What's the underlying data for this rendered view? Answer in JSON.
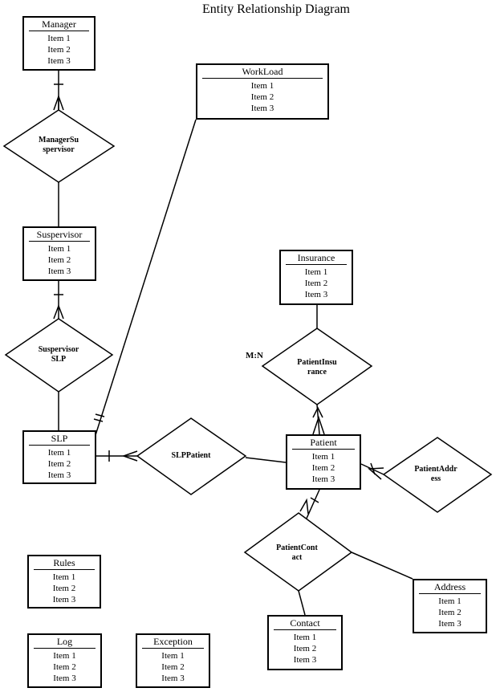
{
  "title": "Entity Relationship Diagram",
  "entities": {
    "manager": {
      "name": "Manager",
      "items": [
        "Item 1",
        "Item 2",
        "Item 3"
      ]
    },
    "workload": {
      "name": "WorkLoad",
      "items": [
        "Item 1",
        "Item 2",
        "Item 3"
      ]
    },
    "suspervisor": {
      "name": "Suspervisor",
      "items": [
        "Item 1",
        "Item 2",
        "Item 3"
      ]
    },
    "insurance": {
      "name": "Insurance",
      "items": [
        "Item 1",
        "Item 2",
        "Item 3"
      ]
    },
    "slp": {
      "name": "SLP",
      "items": [
        "Item 1",
        "Item 2",
        "Item 3"
      ]
    },
    "patient": {
      "name": "Patient",
      "items": [
        "Item 1",
        "Item 2",
        "Item 3"
      ]
    },
    "rules": {
      "name": "Rules",
      "items": [
        "Item 1",
        "Item 2",
        "Item 3"
      ]
    },
    "address": {
      "name": "Address",
      "items": [
        "Item 1",
        "Item 2",
        "Item 3"
      ]
    },
    "contact": {
      "name": "Contact",
      "items": [
        "Item 1",
        "Item 2",
        "Item 3"
      ]
    },
    "log": {
      "name": "Log",
      "items": [
        "Item 1",
        "Item 2",
        "Item 3"
      ]
    },
    "exception": {
      "name": "Exception",
      "items": [
        "Item 1",
        "Item 2",
        "Item 3"
      ]
    }
  },
  "relationships": {
    "manager_suspervisor": [
      "ManagerSu",
      "spervisor"
    ],
    "suspervisor_slp": [
      "Suspervisor",
      "SLP"
    ],
    "slp_patient": [
      "SLPPatient"
    ],
    "patient_insurance": [
      "PatientInsu",
      "rance"
    ],
    "patient_address": [
      "PatientAddr",
      "ess"
    ],
    "patient_contact": [
      "PatientCont",
      "act"
    ]
  },
  "annotations": {
    "cardinality_note": "M:N"
  }
}
